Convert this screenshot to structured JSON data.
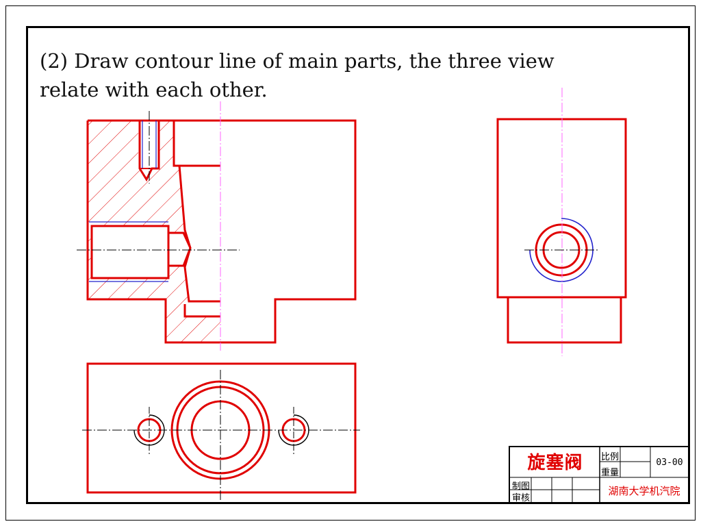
{
  "heading": {
    "line1": "(2) Draw contour line of main parts, the three view",
    "line2": "relate with each other."
  },
  "title_block": {
    "part_name": "旋塞阀",
    "scale_label": "比例",
    "weight_label": "重量",
    "drawing_number": "03-00",
    "drawn_by_label": "制图",
    "checked_by_label": "审核",
    "school": "湖南大学机汽院"
  },
  "colors": {
    "contour": "#e00000",
    "centerline_front": "#ff66ff",
    "centerline": "#000000",
    "hidden_thread": "#2222cc",
    "hatch": "#e00000",
    "frame": "#000000"
  }
}
